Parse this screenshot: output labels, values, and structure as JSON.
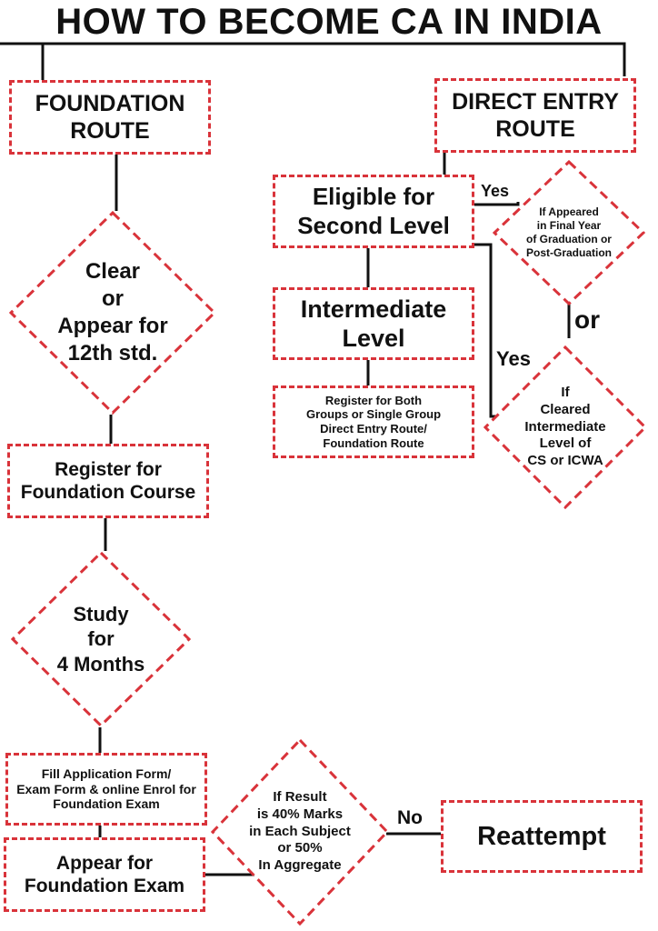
{
  "title": "HOW TO BECOME CA IN INDIA",
  "foundation_route": {
    "heading": "FOUNDATION\nROUTE",
    "condition": "Clear\nor\nAppear for\n12th std.",
    "register": "Register for\nFoundation Course",
    "study": "Study\nfor\n4 Months",
    "application": "Fill Application Form/\nExam Form & online Enrol for\nFoundation Exam",
    "appear": "Appear for\nFoundation Exam",
    "result_check": "If Result\nis 40% Marks\nin Each Subject\nor 50%\nIn Aggregate",
    "no_label": "No",
    "reattempt": "Reattempt"
  },
  "direct_entry_route": {
    "heading": "DIRECT ENTRY\nROUTE",
    "eligible": "Eligible for\nSecond Level",
    "yes_top": "Yes",
    "graduation_condition": "If Appeared\nin Final Year\nof Graduation or\nPost-Graduation",
    "or_label": "or",
    "yes_bottom": "Yes",
    "cs_icwa_condition": "If\nCleared\nIntermediate\nLevel of\nCS or ICWA",
    "intermediate": "Intermediate\nLevel",
    "register_groups": "Register for Both\nGroups or Single Group\nDirect Entry Route/\nFoundation Route"
  },
  "colors": {
    "dash_border": "#d9333a",
    "line": "#111111",
    "text": "#111111"
  }
}
